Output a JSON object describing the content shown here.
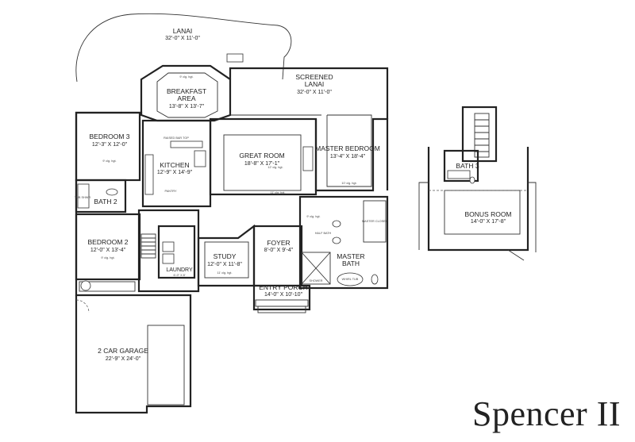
{
  "plan_title": "Spencer II",
  "rooms": {
    "lanai": {
      "name": "LANAI",
      "dim": "32'-0\" X 11'-0\""
    },
    "screened": {
      "name": "SCREENED",
      "name2": "LANAI",
      "dim": "32'-0\" X 11'-0\""
    },
    "breakfast": {
      "name": "BREAKFAST",
      "name2": "AREA",
      "dim": "13'-8\" X 13'-7\""
    },
    "bedroom3": {
      "name": "BEDROOM 3",
      "dim": "12'-3\" X 12'-0\""
    },
    "kitchen": {
      "name": "KITCHEN",
      "dim": "12'-9\" X 14'-9\""
    },
    "great_room": {
      "name": "GREAT ROOM",
      "dim": "18'-8\" X 17'-1\""
    },
    "master_bed": {
      "name": "MASTER BEDROOM",
      "dim": "13'-4\" X 18'-4\""
    },
    "bath2": {
      "name": "BATH 2"
    },
    "bedroom2": {
      "name": "BEDROOM 2",
      "dim": "12'-0\" X 13'-4\""
    },
    "study": {
      "name": "STUDY",
      "dim": "12'-0\" X 11'-8\""
    },
    "foyer": {
      "name": "FOYER",
      "dim": "8'-0\" X 9'-4\""
    },
    "master_bath": {
      "name": "MASTER",
      "name2": "BATH"
    },
    "laundry": {
      "name": "LAUNDRY",
      "dim": "6'-0\" X 8'"
    },
    "entry_porch": {
      "name": "ENTRY PORCH",
      "dim": "14'-0\" X 10'-10\""
    },
    "garage": {
      "name": "2 CAR GARAGE",
      "dim": "22'-9\" X 24'-0\""
    },
    "bath3": {
      "name": "BATH 3"
    },
    "bonus_room": {
      "name": "BONUS ROOM",
      "dim": "14'-0\" X 17'-8\""
    }
  },
  "small_labels": {
    "ceiling_9": "9' clg. hgt.",
    "ceiling_10": "10' clg. hgt.",
    "ceiling_11": "11' clg. hgt.",
    "ceiling_12": "12' clg. hgt.",
    "raised_bar": "RAISED BAR TOP",
    "master_closet": "MASTER CLOSET",
    "shower": "SHOWER",
    "half_bath": "HALF BATH",
    "tub_shwr": "TUB SHWR",
    "pantry": "PANTRY",
    "whirlpool": "WHIRL TUB"
  }
}
